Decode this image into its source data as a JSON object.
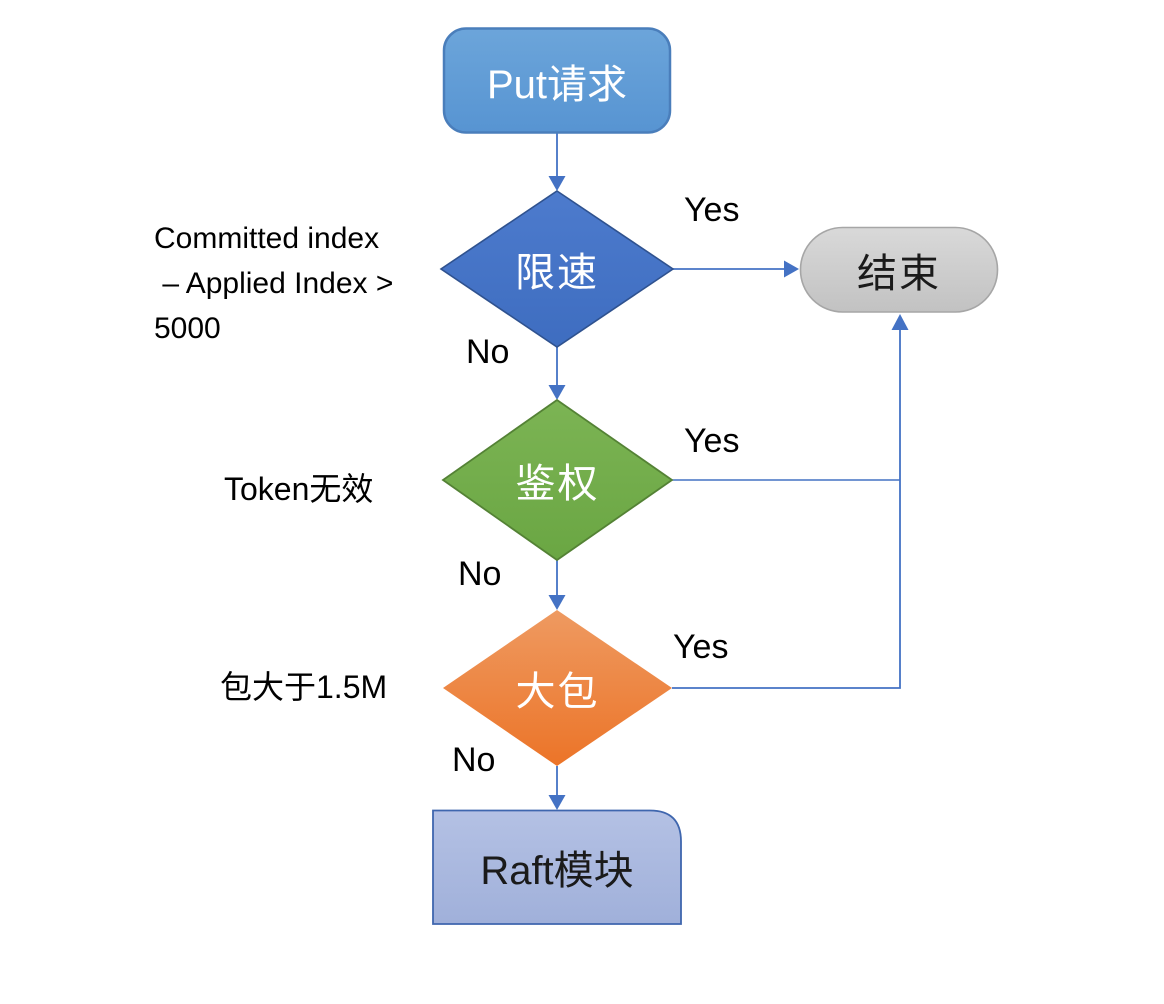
{
  "nodes": {
    "start": {
      "label": "Put请求",
      "shape": "rounded-rect"
    },
    "rate_limit": {
      "label": "限速",
      "shape": "diamond"
    },
    "end": {
      "label": "结束",
      "shape": "pill"
    },
    "auth": {
      "label": "鉴权",
      "shape": "diamond"
    },
    "big_packet": {
      "label": "大包",
      "shape": "diamond"
    },
    "raft": {
      "label": "Raft模块",
      "shape": "card"
    }
  },
  "annotations": {
    "rate_limit_condition": "Committed index\n – Applied Index >\n5000",
    "auth_condition": "Token无效",
    "big_packet_condition": "包大于1.5M"
  },
  "edge_labels": {
    "rate_limit_yes": "Yes",
    "rate_limit_no": "No",
    "auth_yes": "Yes",
    "auth_no": "No",
    "big_packet_yes": "Yes",
    "big_packet_no": "No"
  },
  "colors": {
    "start_fill_top": "#6CA5DA",
    "start_fill_bottom": "#5794D2",
    "start_border": "#4A7EBB",
    "rate_fill_top": "#4D7BCD",
    "rate_fill_bottom": "#3E6DC0",
    "rate_border": "#2F528F",
    "end_fill_top": "#D9D9D9",
    "end_fill_bottom": "#C2C2C2",
    "end_border": "#A6A6A6",
    "auth_fill_top": "#7CB454",
    "auth_fill_bottom": "#6AA643",
    "auth_border": "#548235",
    "big_packet_fill_top": "#EE9A61",
    "big_packet_fill_bottom": "#EC7428",
    "raft_fill_top": "#B4C1E4",
    "raft_fill_bottom": "#A0B0DA",
    "raft_border": "#3F66AE",
    "connector": "#4472C4"
  }
}
